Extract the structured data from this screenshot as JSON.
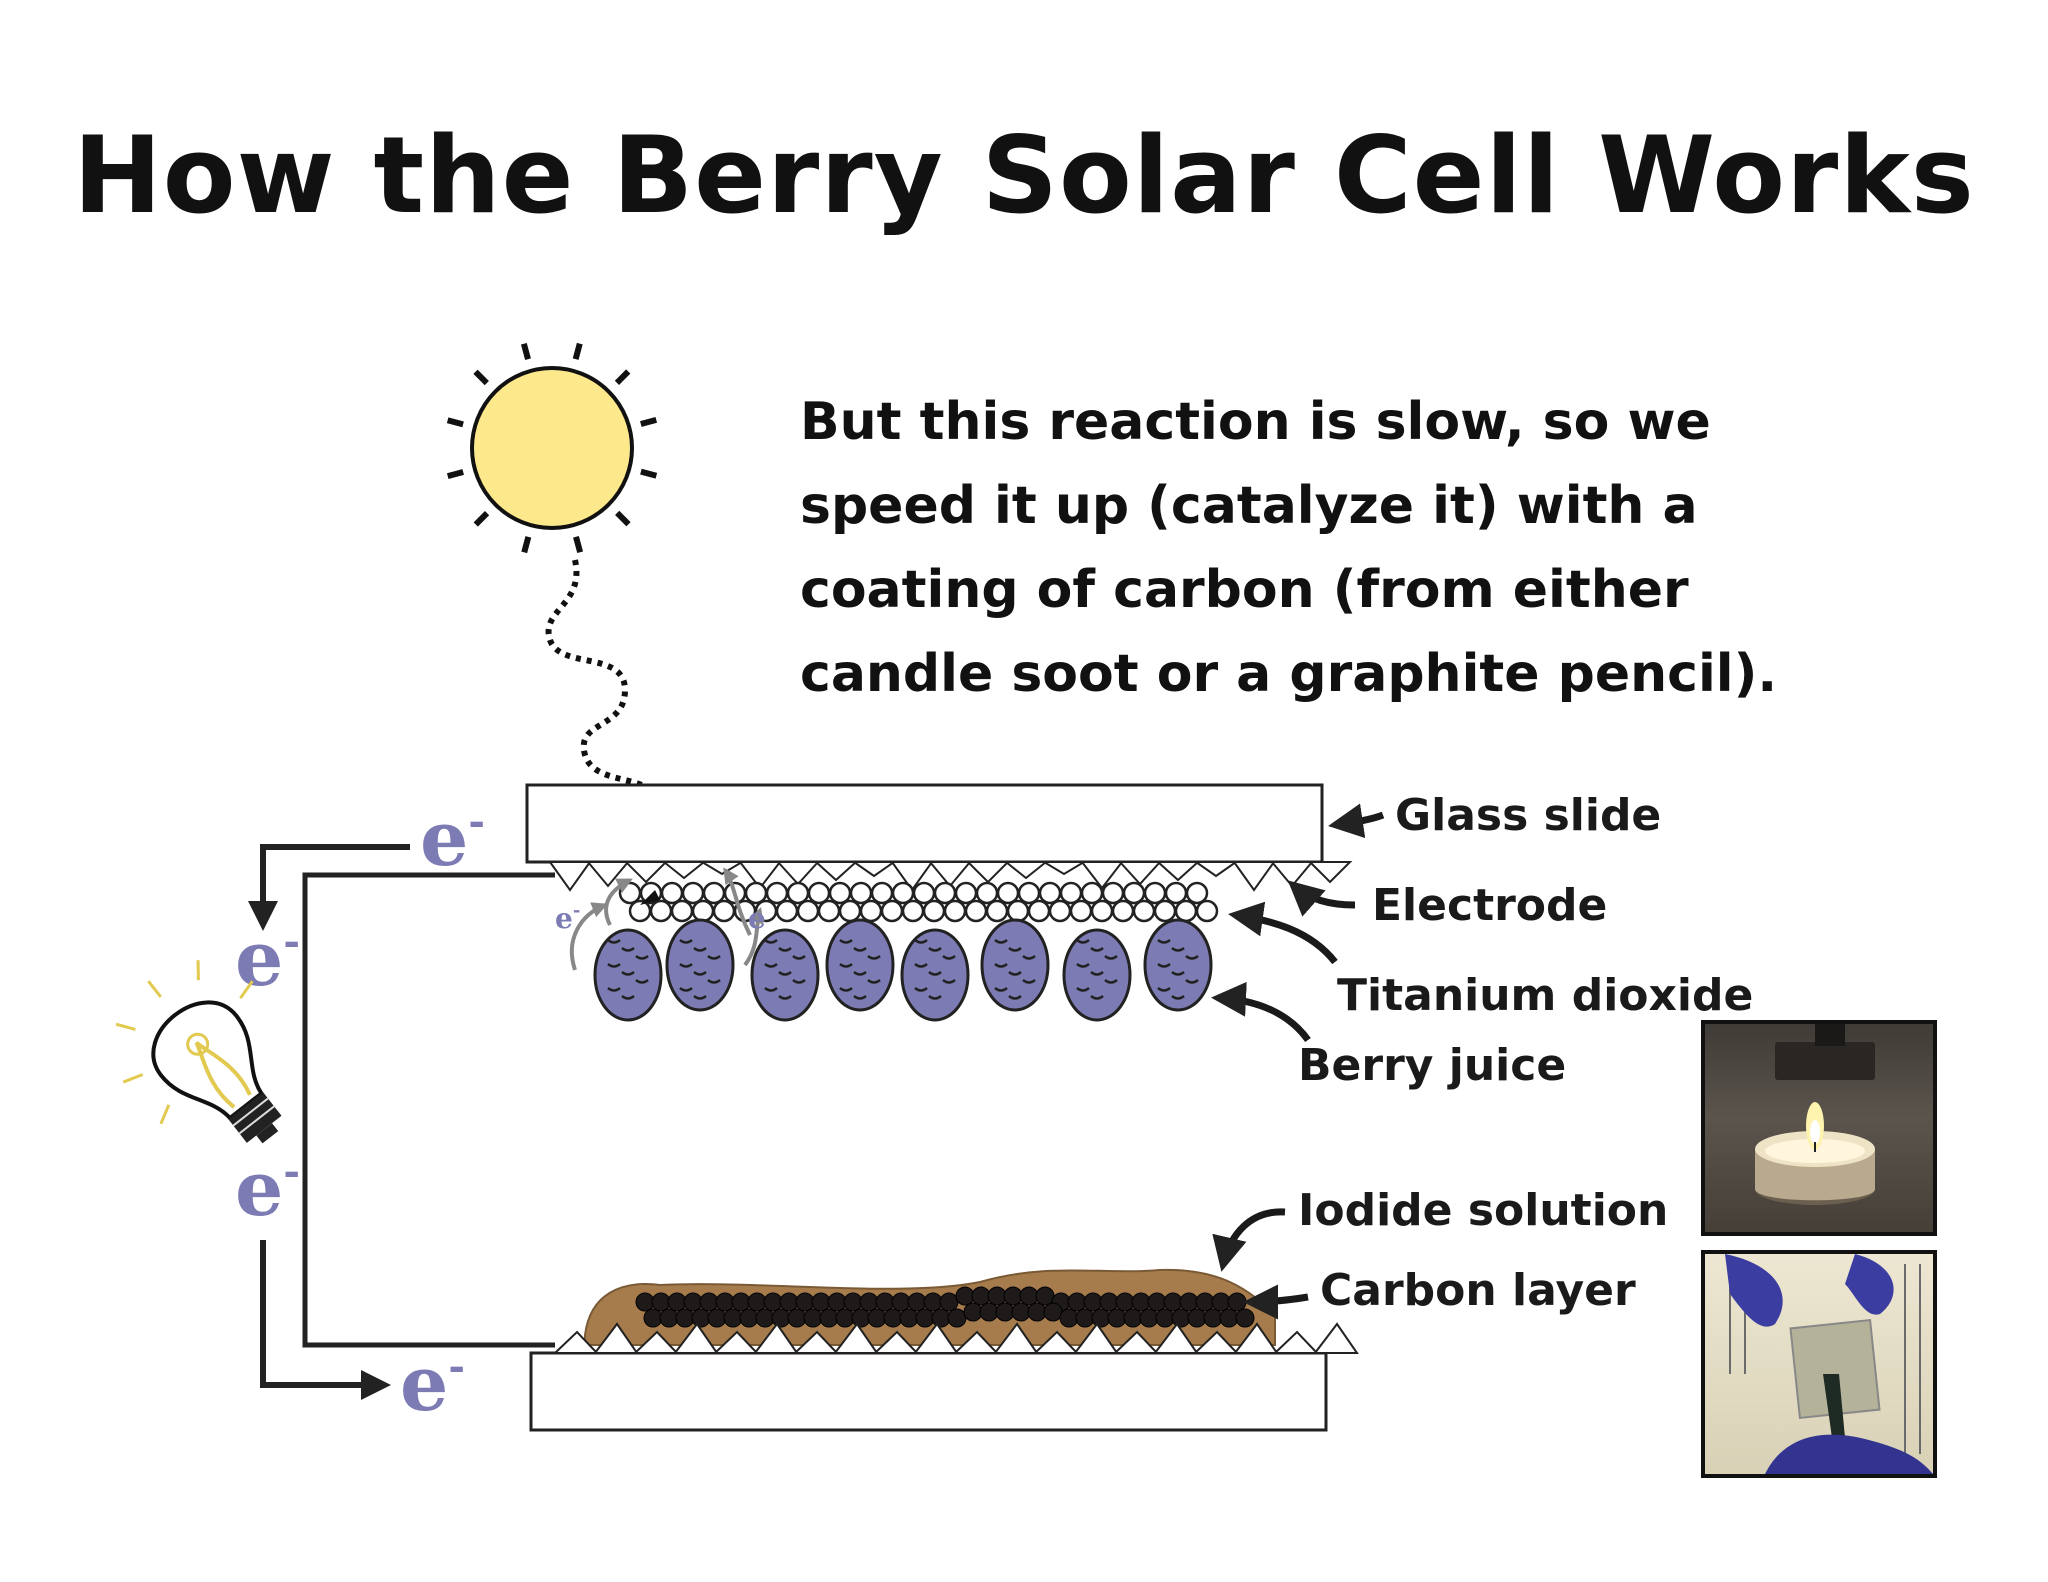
{
  "title": "How the Berry Solar Cell Works",
  "caption": {
    "lines": [
      "But this reaction is slow, so we",
      "speed it up (catalyze it) with a",
      "coating of carbon (from either",
      "candle soot or a graphite pencil)."
    ]
  },
  "labels": {
    "glass_slide": "Glass slide",
    "electrode": "Electrode",
    "titanium_dioxide": "Titanium dioxide",
    "berry_juice": "Berry juice",
    "iodide_solution": "Iodide solution",
    "carbon_layer": "Carbon layer"
  },
  "electron": {
    "symbol": "e",
    "charge": "-"
  },
  "colors": {
    "sun_fill": "#fde98b",
    "berry": "#7c7bb4",
    "electron_text": "#7c7bb4",
    "iodide": "#a77c4d",
    "carbon": "#1f1a1a"
  },
  "icons": [
    "sun-icon",
    "light-bulb-icon",
    "candle-photo",
    "pencil-photo"
  ]
}
